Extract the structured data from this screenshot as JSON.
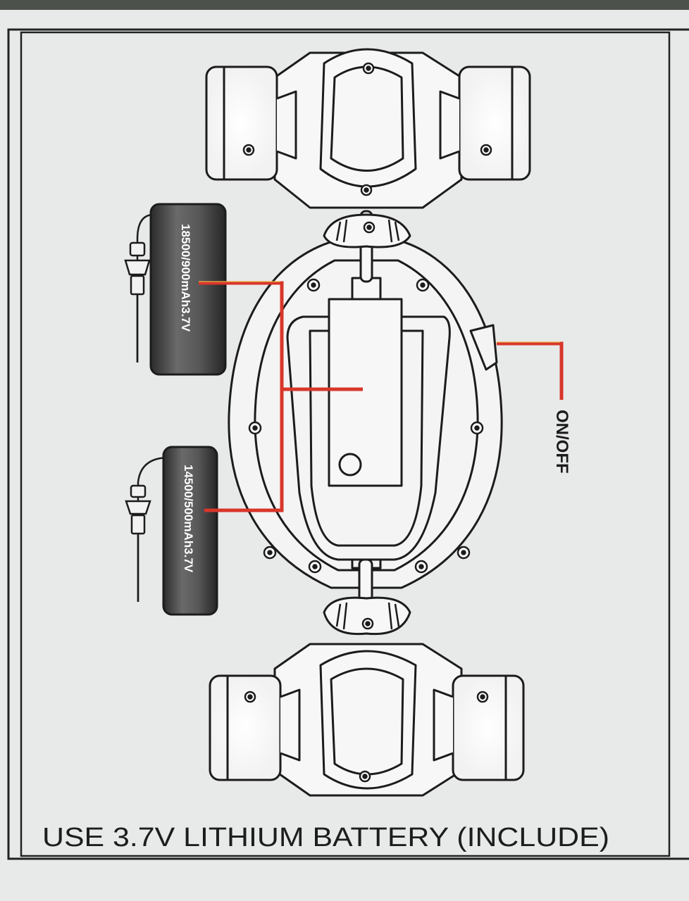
{
  "diagram": {
    "battery_1": {
      "label": "18500/900mAh3.7V"
    },
    "battery_2": {
      "label": "14500/500mAh3.7V"
    },
    "switch": {
      "label": "ON/OFF"
    },
    "footer": {
      "text": "USE 3.7V LITHIUM BATTERY (INCLUDE)"
    }
  },
  "colors": {
    "paper": "#e9ebea",
    "ink": "#1c1c1c",
    "wire": "#d8362a",
    "battery": "#4c4c4c"
  }
}
